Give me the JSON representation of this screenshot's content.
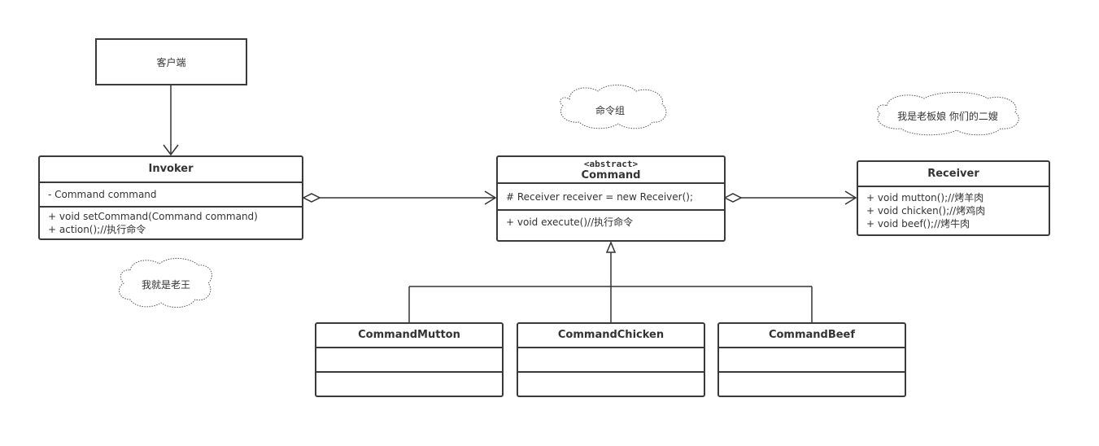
{
  "client": {
    "label": "客户端"
  },
  "invoker": {
    "name": "Invoker",
    "attributes": [
      "- Command command"
    ],
    "methods": [
      "+ void setCommand(Command command)",
      "+ action();//执行命令"
    ]
  },
  "command": {
    "stereotype": "<abstract>",
    "name": "Command",
    "attributes": [
      "# Receiver receiver = new Receiver();"
    ],
    "methods": [
      "+ void execute()//执行命令"
    ]
  },
  "receiver": {
    "name": "Receiver",
    "methods": [
      "+ void mutton();//烤羊肉",
      "+ void chicken();//烤鸡肉",
      "+ void beef();//烤牛肉"
    ]
  },
  "subclasses": [
    {
      "name": "CommandMutton"
    },
    {
      "name": "CommandChicken"
    },
    {
      "name": "CommandBeef"
    }
  ],
  "notes": {
    "command_group": "命令组",
    "receiver_note": "我是老板娘 你们的二嫂",
    "invoker_note": "我就是老王"
  }
}
